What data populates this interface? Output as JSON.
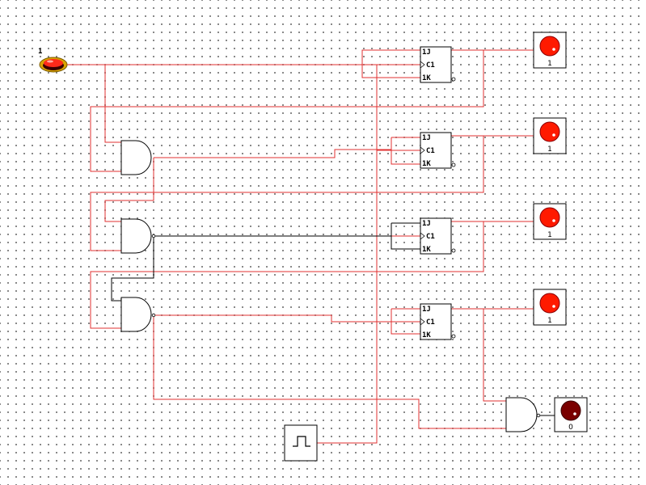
{
  "circuit": {
    "switch": {
      "value": "1"
    },
    "flipflops": [
      {
        "j": "1J",
        "c": "C1",
        "k": "1K"
      },
      {
        "j": "1J",
        "c": "C1",
        "k": "1K"
      },
      {
        "j": "1J",
        "c": "C1",
        "k": "1K"
      },
      {
        "j": "1J",
        "c": "C1",
        "k": "1K"
      }
    ],
    "lamps": [
      {
        "value": "1",
        "state": "on"
      },
      {
        "value": "1",
        "state": "on"
      },
      {
        "value": "1",
        "state": "on"
      },
      {
        "value": "1",
        "state": "on"
      },
      {
        "value": "0",
        "state": "off"
      }
    ],
    "colors": {
      "wire_active": "#e03030",
      "wire_inactive": "#000000",
      "lamp_on": "#ff1a00",
      "lamp_off": "#7a0000"
    }
  }
}
